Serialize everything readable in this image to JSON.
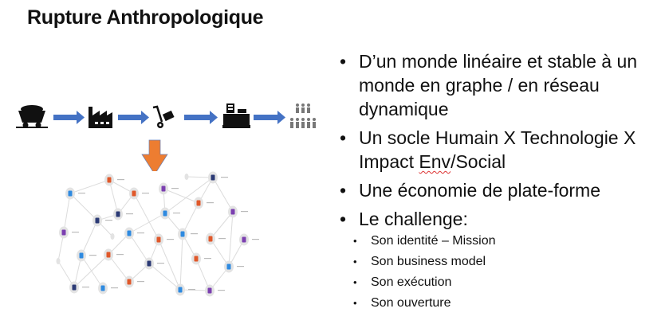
{
  "title": "Rupture Anthropologique",
  "flow": {
    "steps": [
      "mine-cart-icon",
      "factory-icon",
      "hand-truck-icon",
      "cash-register-icon",
      "people-group-icon"
    ],
    "arrow_color": "#4472c4",
    "down_arrow_color": "#ed7d31"
  },
  "network": {
    "colors": {
      "orange": "#e0582a",
      "blue": "#2e8ae0",
      "navy": "#2b3a75",
      "purple": "#7b3fb0",
      "node": "#e3e3e3",
      "edge": "#dcdcdc"
    }
  },
  "bullets": [
    {
      "text": "D’un monde linéaire et stable à un monde en graphe / en réseau dynamique"
    },
    {
      "text_a": "Un socle Humain X Technologie X Impact ",
      "text_b": "Env",
      "text_c": "/Social"
    },
    {
      "text": "Une économie de plate-forme"
    },
    {
      "text": "Le challenge:"
    }
  ],
  "sub_bullets": [
    "Son identité – Mission",
    "Son business model",
    "Son exécution",
    "Son ouverture"
  ]
}
